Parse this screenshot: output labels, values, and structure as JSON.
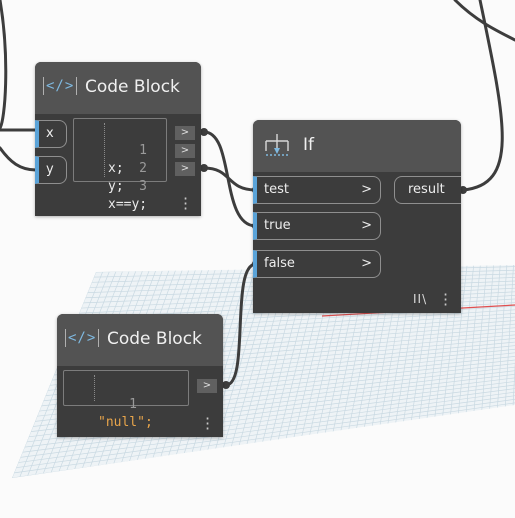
{
  "colors": {
    "node_body": "#3c3c3c",
    "node_header": "#535353",
    "port_accent": "#5aa3d8",
    "wire": "#3d3d3d",
    "grid": "#c9d9e2",
    "string_literal": "#e8a54b"
  },
  "code_block_1": {
    "title": "Code Block",
    "icon": "code-block-icon",
    "inputs": [
      "x",
      "y"
    ],
    "lines": [
      {
        "num": "1",
        "text": "x;"
      },
      {
        "num": "2",
        "text": "y;"
      },
      {
        "num": "3",
        "text": "x==y;"
      }
    ],
    "outlet_symbol": ">"
  },
  "code_block_2": {
    "title": "Code Block",
    "icon": "code-block-icon",
    "lines": [
      {
        "num": "1",
        "text": "\"null\";"
      }
    ],
    "outlet_symbol": ">"
  },
  "if_node": {
    "title": "If",
    "icon": "if-branch-icon",
    "inputs": [
      {
        "label": "test",
        "chevron": ">"
      },
      {
        "label": "true",
        "chevron": ">"
      },
      {
        "label": "false",
        "chevron": ">"
      }
    ],
    "output": "result",
    "lacing": "II\\"
  }
}
